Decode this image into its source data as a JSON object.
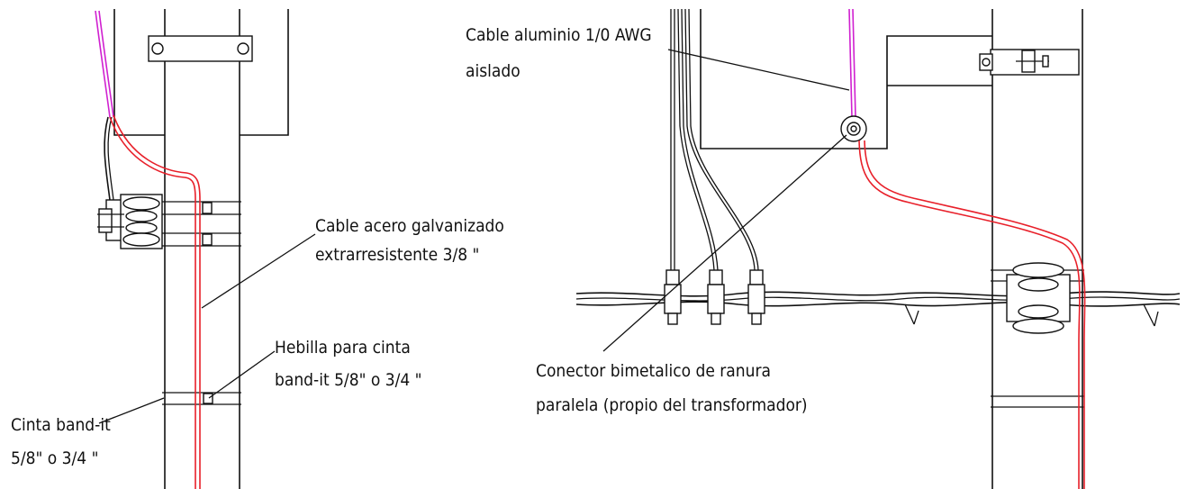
{
  "labels": {
    "cable_aluminio_line1": "Cable aluminio 1/0 AWG",
    "cable_aluminio_line2": "aislado",
    "cable_acero_line1": "Cable acero galvanizado",
    "cable_acero_line2": "extrarresistente 3/8 \"",
    "hebilla_line1": "Hebilla para cinta",
    "hebilla_line2": "band-it 5/8\" o 3/4 \"",
    "cinta_line1": "Cinta band-it",
    "cinta_line2": "5/8\" o 3/4 \"",
    "conector_line1": "Conector bimetalico de ranura",
    "conector_line2": "paralela (propio del transformador)"
  },
  "colors": {
    "line": "#111111",
    "ground_cable": "#e8202a",
    "aluminum_cable": "#d020d0",
    "background": "#ffffff"
  }
}
